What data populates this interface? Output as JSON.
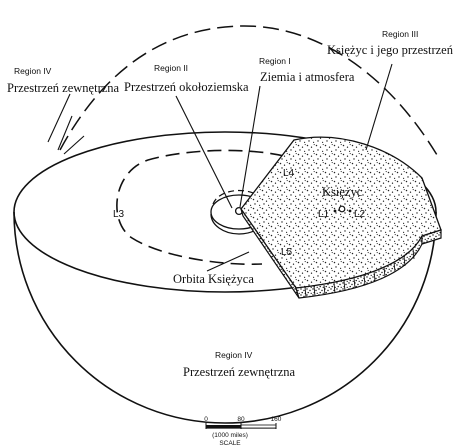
{
  "region_iv_top": {
    "region": "Region IV",
    "name": "Przestrzeń zewnętrzna"
  },
  "region_ii": {
    "region": "Region II",
    "name": "Przestrzeń okołoziemska"
  },
  "region_i": {
    "region": "Region I",
    "name": "Ziemia i atmosfera"
  },
  "region_iii": {
    "region": "Region III",
    "name": "Księżyc i jego przestrzeń"
  },
  "region_iv_bottom": {
    "region": "Region IV",
    "name": "Przestrzeń zewnętrzna"
  },
  "moon_label": "Księżyc",
  "orbit_label": "Orbita Księżyca",
  "lagrange": {
    "l1": "L1",
    "l2": "L2",
    "l3": "L3",
    "l4": "L4",
    "l5": "L5"
  },
  "scale": {
    "ticks": [
      "0",
      "80",
      "160"
    ],
    "unit": "(1000 miles)",
    "title": "SCALE"
  }
}
